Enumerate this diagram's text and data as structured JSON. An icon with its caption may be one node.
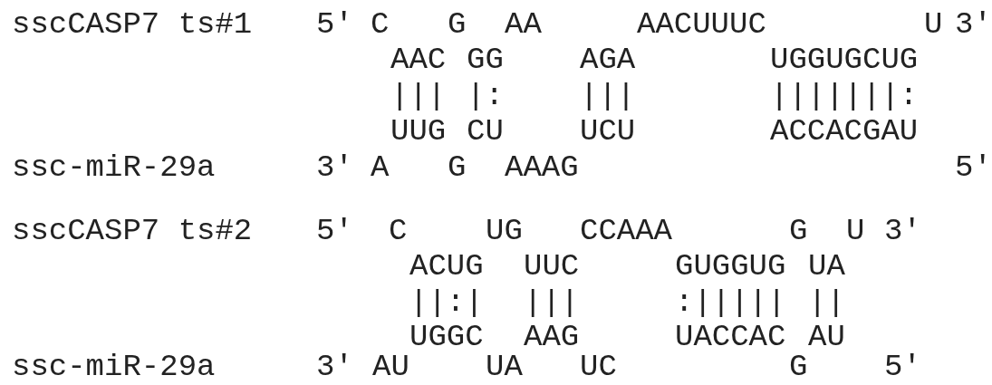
{
  "diagram": {
    "labels": [
      "sscCASP7 ts#1",
      "5'",
      "C",
      "G",
      "AA",
      "AACUUUC",
      "U",
      "3'",
      "AAC",
      "GG",
      "AGA",
      "UGGUGCUG",
      "|||",
      "|:",
      "|||",
      "|||||||:",
      "UUG",
      "CU",
      "UCU",
      "ACCACGAU",
      "ssc-miR-29a",
      "3'",
      "A",
      "G",
      "AAAG",
      "5'",
      "sscCASP7 ts#2",
      "5'",
      "C",
      "UG",
      "CCAAA",
      "G",
      "U",
      "3'",
      "ACUG",
      "UUC",
      "GUGGUG",
      "UA",
      "||:|",
      "|||",
      ":|||||",
      "||",
      "UGGC",
      "AAG",
      "UACCAC",
      "AU",
      "ssc-miR-29a",
      "3'",
      "AU",
      "UA",
      "UC",
      "G",
      "5'"
    ]
  }
}
